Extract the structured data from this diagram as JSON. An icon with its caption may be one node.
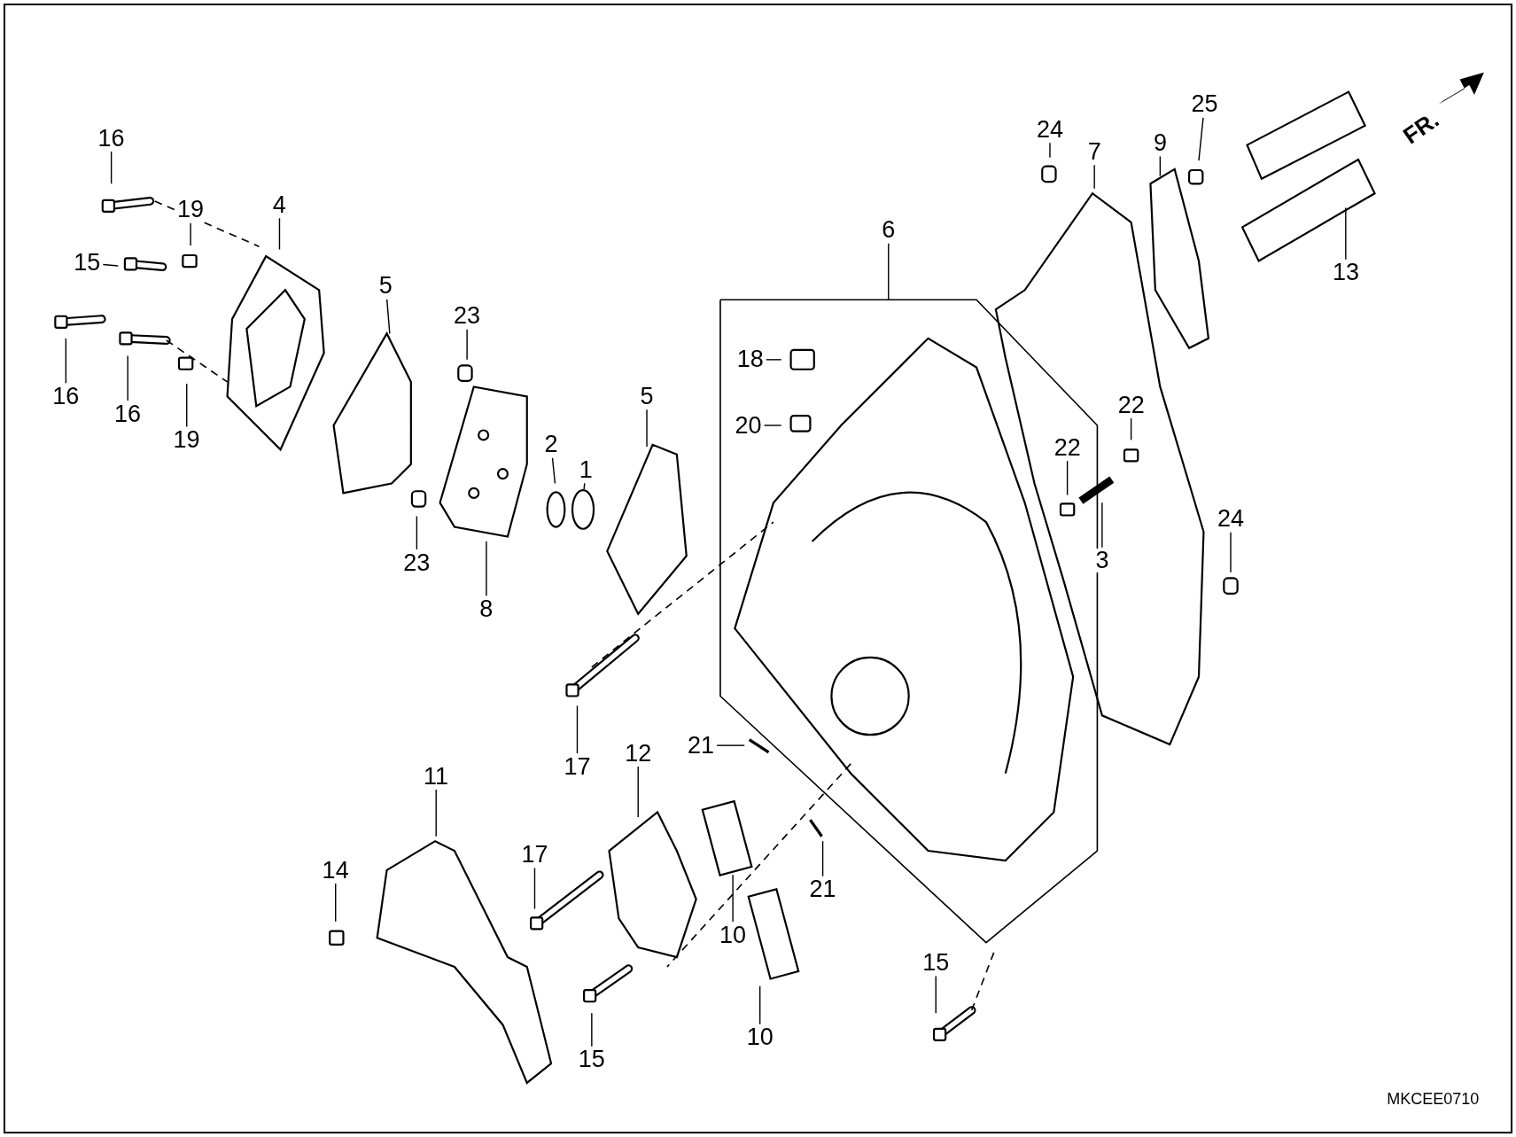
{
  "diagram": {
    "nodes": [
      {
        "text": [
          "16"
        ]
      },
      {
        "text": [
          "19"
        ]
      },
      {
        "text": [
          "4"
        ]
      },
      {
        "text": [
          "15"
        ]
      },
      {
        "text": [
          "5"
        ]
      },
      {
        "text": [
          "23"
        ]
      },
      {
        "text": [
          "16"
        ]
      },
      {
        "text": [
          "16"
        ]
      },
      {
        "text": [
          "19"
        ]
      },
      {
        "text": [
          "23"
        ]
      },
      {
        "text": [
          "2"
        ]
      },
      {
        "text": [
          "1"
        ]
      },
      {
        "text": [
          "8"
        ]
      },
      {
        "text": [
          "5"
        ]
      },
      {
        "text": [
          "18"
        ]
      },
      {
        "text": [
          "20"
        ]
      },
      {
        "text": [
          "6"
        ]
      },
      {
        "text": [
          "24"
        ]
      },
      {
        "text": [
          "7"
        ]
      },
      {
        "text": [
          "9"
        ]
      },
      {
        "text": [
          "25"
        ]
      },
      {
        "text": [
          "13"
        ]
      },
      {
        "text": [
          "22"
        ]
      },
      {
        "text": [
          "22"
        ]
      },
      {
        "text": [
          "3"
        ]
      },
      {
        "text": [
          "24"
        ]
      },
      {
        "text": [
          "17"
        ]
      },
      {
        "text": [
          "21"
        ]
      },
      {
        "text": [
          "12"
        ]
      },
      {
        "text": [
          "11"
        ]
      },
      {
        "text": [
          "14"
        ]
      },
      {
        "text": [
          "17"
        ]
      },
      {
        "text": [
          "10"
        ]
      },
      {
        "text": [
          "21"
        ]
      },
      {
        "text": [
          "10"
        ]
      },
      {
        "text": [
          "15"
        ]
      },
      {
        "text": [
          "15"
        ]
      }
    ],
    "edges": [
      {
        "from": 0,
        "to": null,
        "arrow": "none"
      },
      {
        "from": 1,
        "to": null,
        "arrow": "none"
      },
      {
        "from": 2,
        "to": null,
        "arrow": "none"
      },
      {
        "from": 3,
        "to": null,
        "arrow": "none"
      },
      {
        "from": 4,
        "to": null,
        "arrow": "none"
      },
      {
        "from": 5,
        "to": null,
        "arrow": "none"
      },
      {
        "from": 6,
        "to": null,
        "arrow": "none"
      },
      {
        "from": 7,
        "to": null,
        "arrow": "none"
      },
      {
        "from": 8,
        "to": null,
        "arrow": "none"
      },
      {
        "from": 9,
        "to": null,
        "arrow": "none"
      },
      {
        "from": 10,
        "to": null,
        "arrow": "none"
      },
      {
        "from": 11,
        "to": null,
        "arrow": "none"
      },
      {
        "from": 12,
        "to": null,
        "arrow": "none"
      },
      {
        "from": 13,
        "to": null,
        "arrow": "none"
      },
      {
        "from": 14,
        "to": null,
        "arrow": "none"
      },
      {
        "from": 15,
        "to": null,
        "arrow": "none"
      },
      {
        "from": 16,
        "to": null,
        "arrow": "none"
      },
      {
        "from": 17,
        "to": null,
        "arrow": "none"
      },
      {
        "from": 18,
        "to": null,
        "arrow": "none"
      },
      {
        "from": 19,
        "to": null,
        "arrow": "none"
      },
      {
        "from": 20,
        "to": null,
        "arrow": "none"
      },
      {
        "from": 21,
        "to": null,
        "arrow": "none"
      },
      {
        "from": 22,
        "to": null,
        "arrow": "none"
      },
      {
        "from": 23,
        "to": null,
        "arrow": "none"
      },
      {
        "from": 24,
        "to": null,
        "arrow": "none"
      },
      {
        "from": 25,
        "to": null,
        "arrow": "none"
      },
      {
        "from": 26,
        "to": null,
        "arrow": "none"
      },
      {
        "from": 27,
        "to": null,
        "arrow": "none"
      },
      {
        "from": 28,
        "to": null,
        "arrow": "none"
      },
      {
        "from": 29,
        "to": null,
        "arrow": "none"
      },
      {
        "from": 30,
        "to": null,
        "arrow": "none"
      },
      {
        "from": 31,
        "to": null,
        "arrow": "none"
      },
      {
        "from": 32,
        "to": null,
        "arrow": "none"
      },
      {
        "from": 33,
        "to": null,
        "arrow": "none"
      },
      {
        "from": 34,
        "to": null,
        "arrow": "none"
      },
      {
        "from": 35,
        "to": null,
        "arrow": "none"
      },
      {
        "from": 36,
        "to": null,
        "arrow": "none"
      }
    ],
    "labels": [
      "FR.",
      "MKCEE0710"
    ]
  }
}
